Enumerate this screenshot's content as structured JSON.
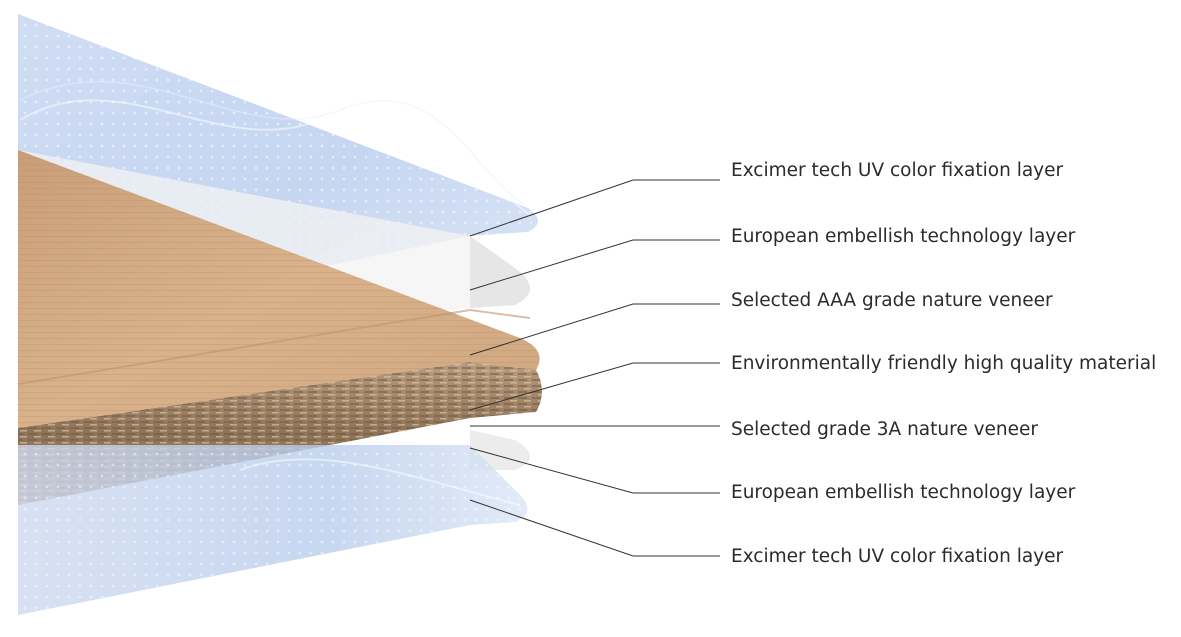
{
  "diagram": {
    "layers": [
      {
        "label": "Excimer tech UV color fixation layer"
      },
      {
        "label": "European embellish technology layer"
      },
      {
        "label": "Selected AAA grade nature veneer"
      },
      {
        "label": "Environmentally friendly high quality material"
      },
      {
        "label": "Selected grade 3A nature veneer"
      },
      {
        "label": "European embellish technology layer"
      },
      {
        "label": "Excimer tech UV color fixation layer"
      }
    ],
    "colors": {
      "uv_glow": "#bcd0f0",
      "uv_dots": "#ffffff",
      "embellish_film": "#f2f2f2",
      "veneer": "#d9b08a",
      "core_board": "#a58a6e",
      "leader_lines": "#333333",
      "label_text": "#2b2b2b"
    }
  }
}
